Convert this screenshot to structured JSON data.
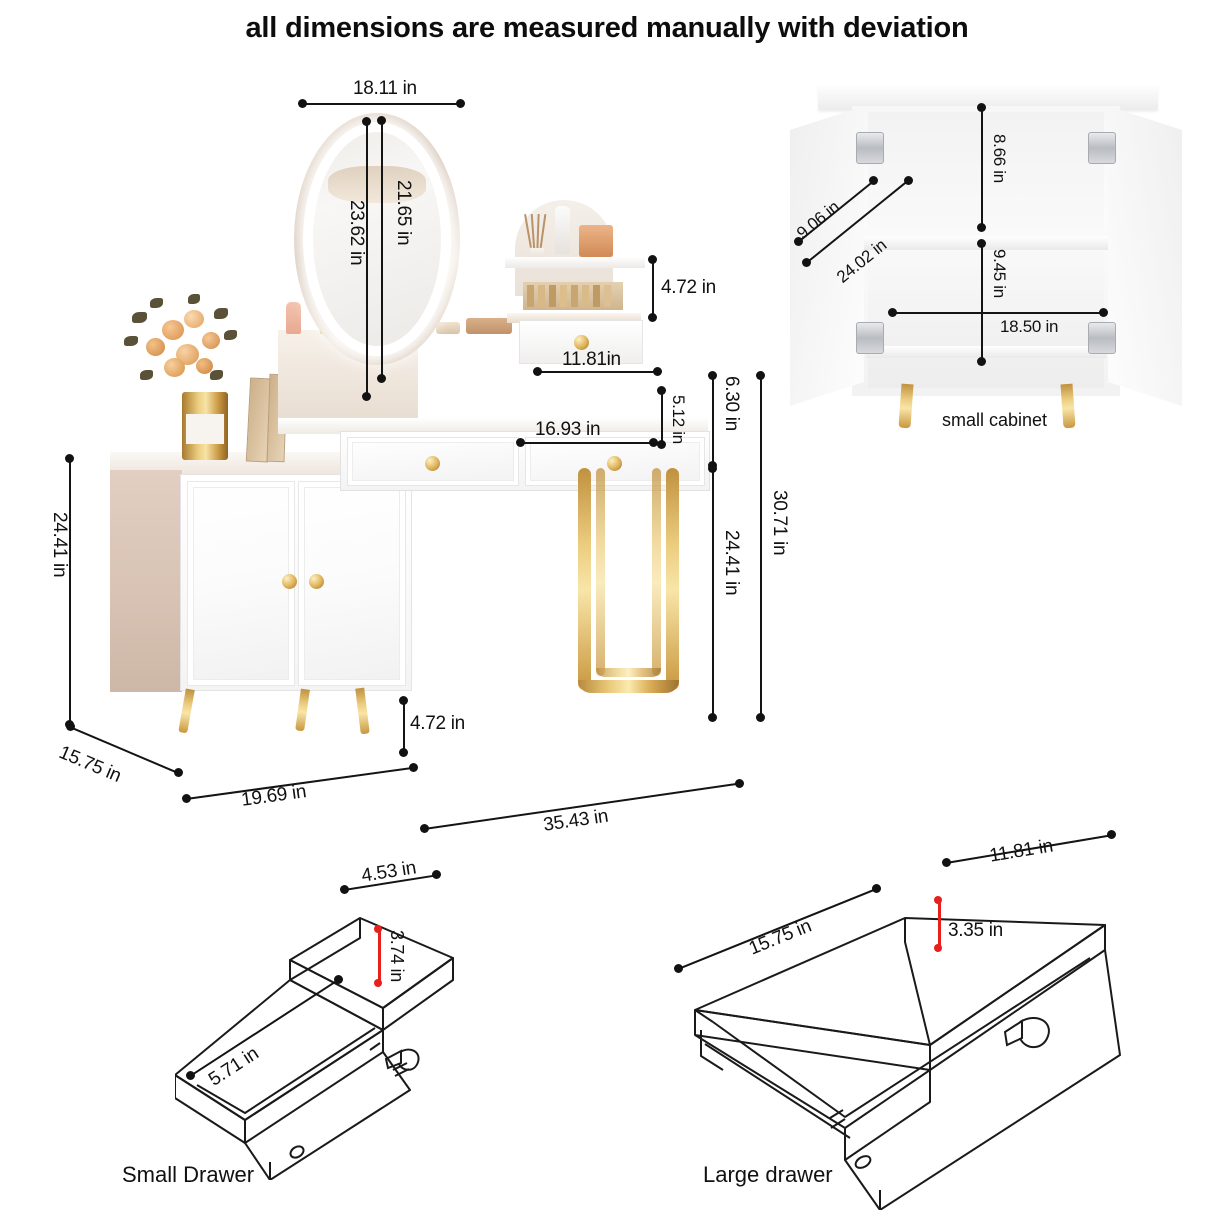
{
  "title": "all dimensions are measured manually with deviation",
  "labels": {
    "small_cabinet": "small cabinet",
    "small_drawer": "Small Drawer",
    "large_drawer": "Large drawer"
  },
  "chart_data": {
    "type": "table",
    "title": "all dimensions are measured manually with deviation",
    "units": "in",
    "groups": [
      {
        "name": "Vanity desk set",
        "measurements": [
          {
            "label": "18.11 in",
            "value": 18.11,
            "part": "mirror width",
            "orientation": "horizontal"
          },
          {
            "label": "21.65 in",
            "value": 21.65,
            "part": "mirror glass height",
            "orientation": "vertical"
          },
          {
            "label": "23.62 in",
            "value": 23.62,
            "part": "mirror overall height",
            "orientation": "vertical"
          },
          {
            "label": "4.72 in",
            "value": 4.72,
            "part": "organizer shelf height",
            "orientation": "vertical"
          },
          {
            "label": "11.81in",
            "value": 11.81,
            "part": "organizer width",
            "orientation": "horizontal"
          },
          {
            "label": "16.93 in",
            "value": 16.93,
            "part": "large drawer front width",
            "orientation": "horizontal"
          },
          {
            "label": "5.12 in",
            "value": 5.12,
            "part": "drawer front height",
            "orientation": "vertical"
          },
          {
            "label": "6.30 in",
            "value": 6.3,
            "part": "desk apron height",
            "orientation": "vertical"
          },
          {
            "label": "24.41 in",
            "value": 24.41,
            "part": "desk leg height",
            "orientation": "vertical"
          },
          {
            "label": "30.71 in",
            "value": 30.71,
            "part": "desk total height",
            "orientation": "vertical"
          },
          {
            "label": "24.41 in",
            "value": 24.41,
            "part": "side cabinet height",
            "orientation": "vertical"
          },
          {
            "label": "15.75 in",
            "value": 15.75,
            "part": "side cabinet depth",
            "orientation": "diagonal"
          },
          {
            "label": "19.69 in",
            "value": 19.69,
            "part": "side cabinet width",
            "orientation": "diagonal"
          },
          {
            "label": "35.43 in",
            "value": 35.43,
            "part": "desk top width",
            "orientation": "diagonal"
          },
          {
            "label": "4.72 in",
            "value": 4.72,
            "part": "cabinet leg height",
            "orientation": "vertical"
          }
        ]
      },
      {
        "name": "small cabinet",
        "measurements": [
          {
            "label": "9.06 in",
            "value": 9.06,
            "part": "door width",
            "orientation": "diagonal"
          },
          {
            "label": "24.02 in",
            "value": 24.02,
            "part": "cabinet diagonal depth",
            "orientation": "diagonal"
          },
          {
            "label": "8.66 in",
            "value": 8.66,
            "part": "upper compartment height",
            "orientation": "vertical"
          },
          {
            "label": "9.45 in",
            "value": 9.45,
            "part": "lower compartment height",
            "orientation": "vertical"
          },
          {
            "label": "18.50 in",
            "value": 18.5,
            "part": "interior width",
            "orientation": "horizontal"
          }
        ]
      },
      {
        "name": "Small Drawer",
        "measurements": [
          {
            "label": "4.53 in",
            "value": 4.53,
            "part": "drawer width",
            "orientation": "diagonal"
          },
          {
            "label": "5.71 in",
            "value": 5.71,
            "part": "drawer depth",
            "orientation": "diagonal"
          },
          {
            "label": "3.74 in",
            "value": 3.74,
            "part": "interior height",
            "orientation": "vertical",
            "color": "#e8201c"
          }
        ]
      },
      {
        "name": "Large drawer",
        "measurements": [
          {
            "label": "11.81 in",
            "value": 11.81,
            "part": "drawer width",
            "orientation": "diagonal"
          },
          {
            "label": "15.75 in",
            "value": 15.75,
            "part": "drawer depth",
            "orientation": "diagonal"
          },
          {
            "label": "3.35 in",
            "value": 3.35,
            "part": "interior height",
            "orientation": "vertical",
            "color": "#e8201c"
          }
        ]
      }
    ]
  },
  "dims": {
    "mirror_width": "18.11 in",
    "mirror_glass_h": "21.65 in",
    "mirror_total_h": "23.62 in",
    "organizer_h": "4.72 in",
    "organizer_w": "11.81in",
    "drawer_front_w": "16.93 in",
    "drawer_front_h": "5.12 in",
    "apron_h": "6.30 in",
    "leg_h": "24.41 in",
    "total_h": "30.71 in",
    "cab_h": "24.41 in",
    "cab_depth": "15.75 in",
    "cab_width": "19.69 in",
    "desk_width": "35.43 in",
    "cab_leg_h": "4.72 in",
    "sc_door_w": "9.06 in",
    "sc_diag": "24.02 in",
    "sc_upper_h": "8.66 in",
    "sc_lower_h": "9.45 in",
    "sc_inner_w": "18.50 in",
    "sd_w": "4.53 in",
    "sd_d": "5.71 in",
    "sd_h": "3.74 in",
    "ld_w": "11.81 in",
    "ld_d": "15.75 in",
    "ld_h": "3.35 in"
  },
  "colors": {
    "line": "#141414",
    "red": "#e8201c",
    "gold": "#d9ab54",
    "white": "#ffffff"
  }
}
